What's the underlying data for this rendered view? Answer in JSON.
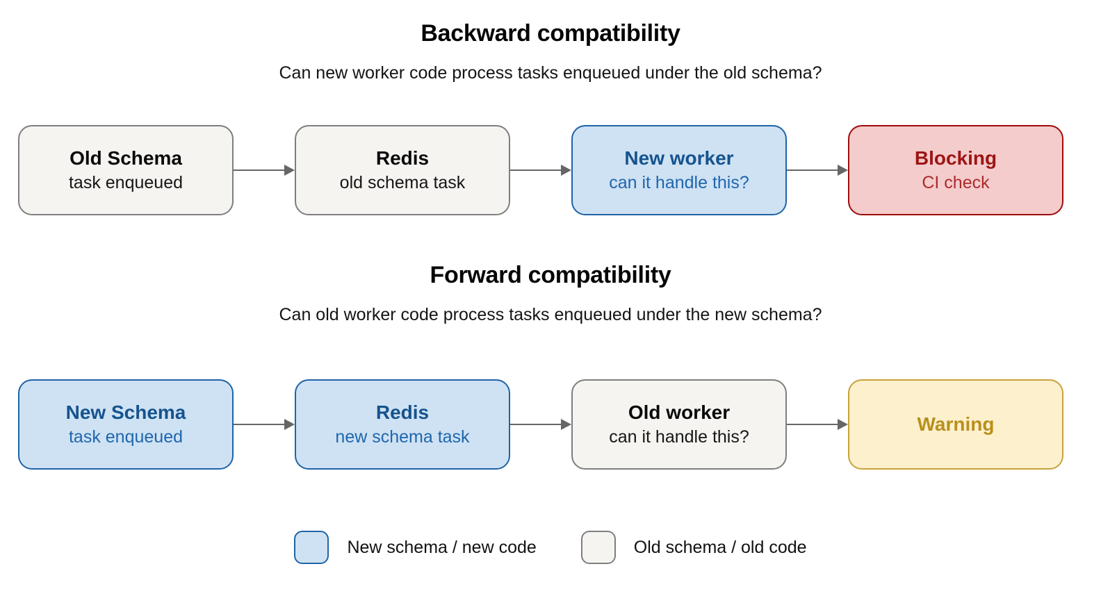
{
  "sections": [
    {
      "title": "Backward compatibility",
      "subtitle": "Can new worker code process tasks enqueued under the old schema?",
      "nodes": [
        {
          "title": "Old Schema",
          "subtitle": "task enqueued",
          "variant": "old"
        },
        {
          "title": "Redis",
          "subtitle": "old schema task",
          "variant": "old"
        },
        {
          "title": "New worker",
          "subtitle": "can it handle this?",
          "variant": "new"
        },
        {
          "title": "Blocking",
          "subtitle": "CI check",
          "variant": "blocking"
        }
      ]
    },
    {
      "title": "Forward compatibility",
      "subtitle": "Can old worker code process tasks enqueued under the new schema?",
      "nodes": [
        {
          "title": "New Schema",
          "subtitle": "task enqueued",
          "variant": "new"
        },
        {
          "title": "Redis",
          "subtitle": "new schema task",
          "variant": "new"
        },
        {
          "title": "Old worker",
          "subtitle": "can it handle this?",
          "variant": "old"
        },
        {
          "title": "Warning",
          "subtitle": "",
          "variant": "warning"
        }
      ]
    }
  ],
  "legend": [
    {
      "label": "New schema / new code",
      "variant": "new"
    },
    {
      "label": "Old schema / old code",
      "variant": "old"
    }
  ],
  "colors": {
    "old-fill": "#f5f4f1",
    "old-border": "#7e7e7e",
    "new-fill": "#cfe2f3",
    "new-border": "#1f63a6",
    "new-title": "#15538e",
    "new-sub": "#1f66ae",
    "blocking-fill": "#f4cccc",
    "blocking-border": "#9e0b0b",
    "blocking-title": "#9e1414",
    "blocking-sub": "#ad2b2b",
    "warning-fill": "#fdf0cd",
    "warning-border": "#c7a13a",
    "warning-text": "#b8901c",
    "arrow": "#666666"
  }
}
